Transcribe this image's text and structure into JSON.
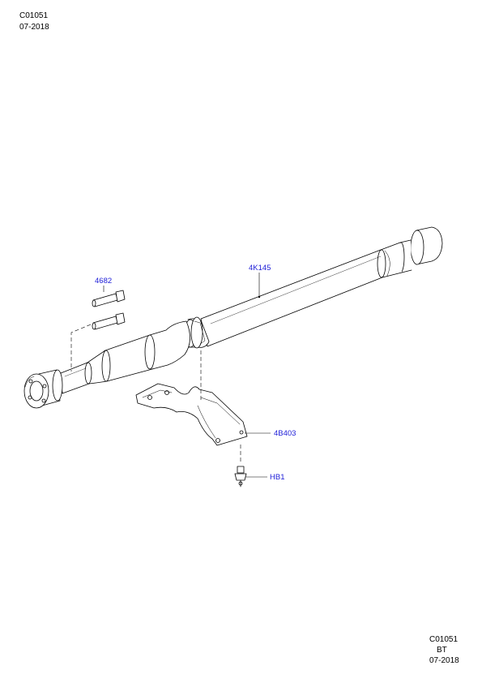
{
  "header": {
    "code": "C01051",
    "date": "07-2018"
  },
  "footer": {
    "code": "C01051",
    "variant": "BT",
    "date": "07-2018"
  },
  "callouts": {
    "bolt": "4682",
    "driveshaft": "4K145",
    "bracket": "4B403",
    "screw": "HB1"
  },
  "colors": {
    "callout_text": "#2020d8",
    "line_art": "#000000"
  }
}
